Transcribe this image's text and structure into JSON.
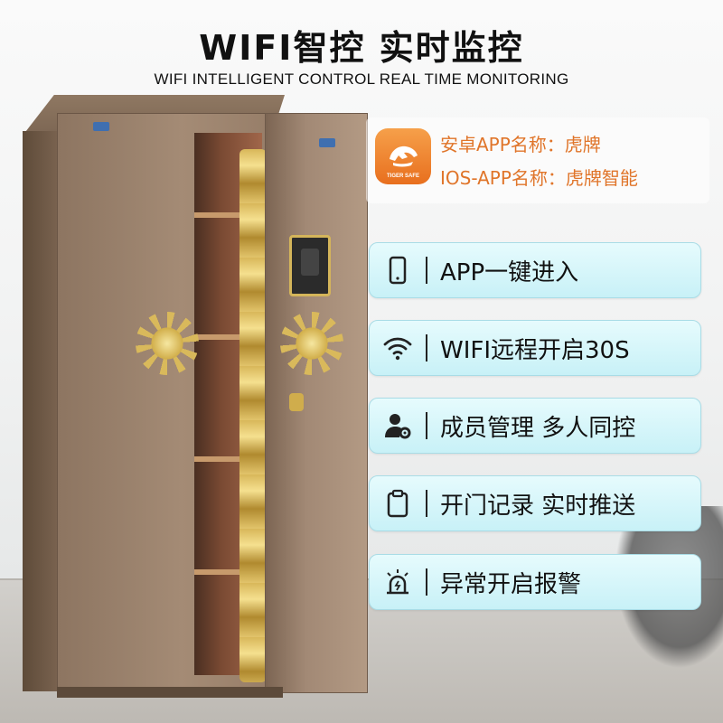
{
  "header": {
    "title_cn": "WIFI智控  实时监控",
    "title_en": "WIFI INTELLIGENT CONTROL REAL TIME MONITORING"
  },
  "app_info": {
    "icon": "tiger-logo-icon",
    "icon_text": "TIGER SAFE",
    "android_name": "安卓APP名称：虎牌",
    "ios_name": "IOS-APP名称：虎牌智能",
    "text_color": "#e0752a"
  },
  "features": [
    {
      "icon": "smartphone-icon",
      "label": "APP一键进入"
    },
    {
      "icon": "wifi-icon",
      "label": "WIFI远程开启30S"
    },
    {
      "icon": "user-settings-icon",
      "label": "成员管理 多人同控"
    },
    {
      "icon": "clipboard-icon",
      "label": "开门记录 实时推送"
    },
    {
      "icon": "alarm-icon",
      "label": "异常开启报警"
    }
  ],
  "colors": {
    "feature_bg": "#d4f5fa",
    "safe_body": "#9c836e",
    "gold": "#d8b75a"
  }
}
